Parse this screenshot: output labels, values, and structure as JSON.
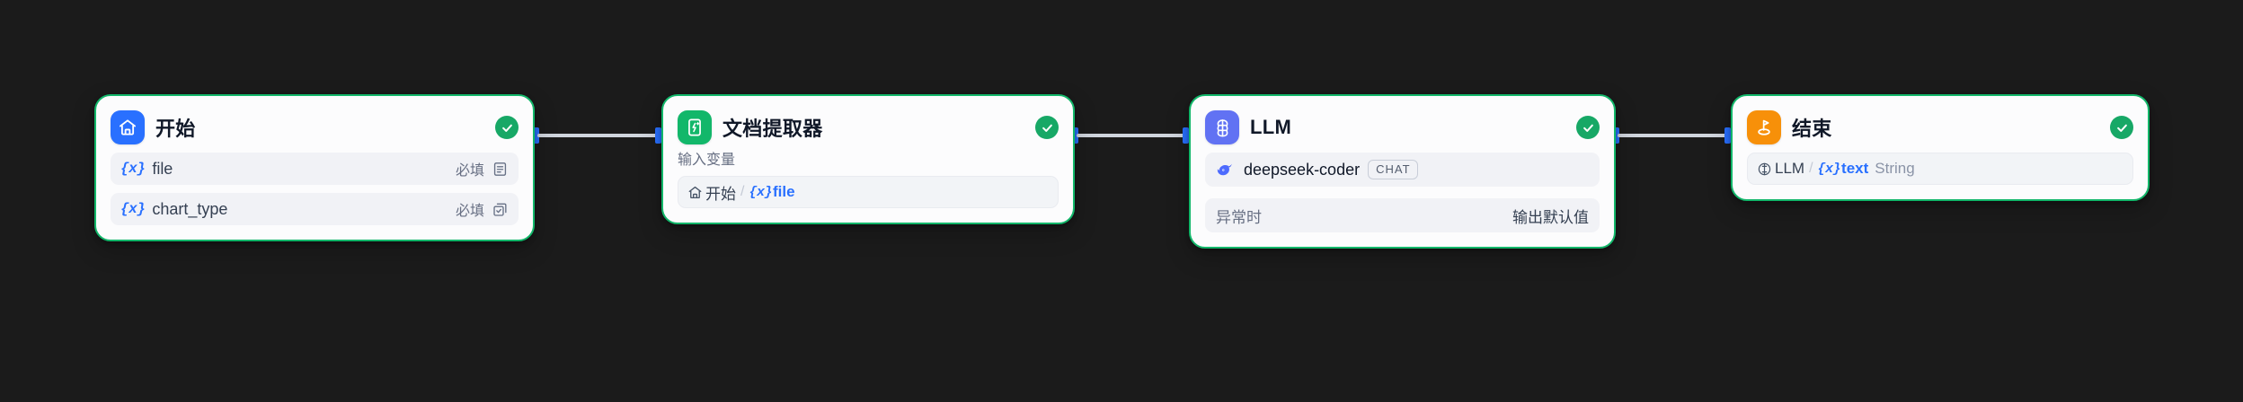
{
  "canvas": {
    "background": "#1b1b1b",
    "edge_color": "#d0d5dd",
    "port_color": "#2970ff",
    "selected_border_color": "#12b76a",
    "status_color": "#17a866"
  },
  "nodes": [
    {
      "id": "start",
      "title": "开始",
      "icon_name": "home-icon",
      "icon_color": "#2970ff",
      "status_icon": "check-circle-icon",
      "variables": [
        {
          "brace": "{x}",
          "name": "file",
          "required_label": "必填",
          "type_icon": "file-list-icon"
        },
        {
          "brace": "{x}",
          "name": "chart_type",
          "required_label": "必填",
          "type_icon": "checkbox-select-icon"
        }
      ]
    },
    {
      "id": "doc-extractor",
      "title": "文档提取器",
      "icon_name": "document-extractor-icon",
      "icon_color": "#12b76a",
      "status_icon": "check-circle-icon",
      "section_label": "输入变量",
      "reference": {
        "source_icon": "home-icon",
        "source_node": "开始",
        "separator": "/",
        "brace": "{x}",
        "variable": "file",
        "type": ""
      }
    },
    {
      "id": "llm",
      "title": "LLM",
      "icon_name": "llm-brain-icon",
      "icon_color": "#6172f3",
      "status_icon": "check-circle-icon",
      "model": {
        "provider_icon": "deepseek-whale-icon",
        "name": "deepseek-coder",
        "badge": "CHAT"
      },
      "error_handling": {
        "key": "异常时",
        "value": "输出默认值"
      }
    },
    {
      "id": "end",
      "title": "结束",
      "icon_name": "end-flag-icon",
      "icon_color": "#f79009",
      "status_icon": "check-circle-icon",
      "reference": {
        "source_icon": "llm-brain-outline-icon",
        "source_node": "LLM",
        "separator": "/",
        "brace": "{x}",
        "variable": "text",
        "type": "String"
      }
    }
  ]
}
